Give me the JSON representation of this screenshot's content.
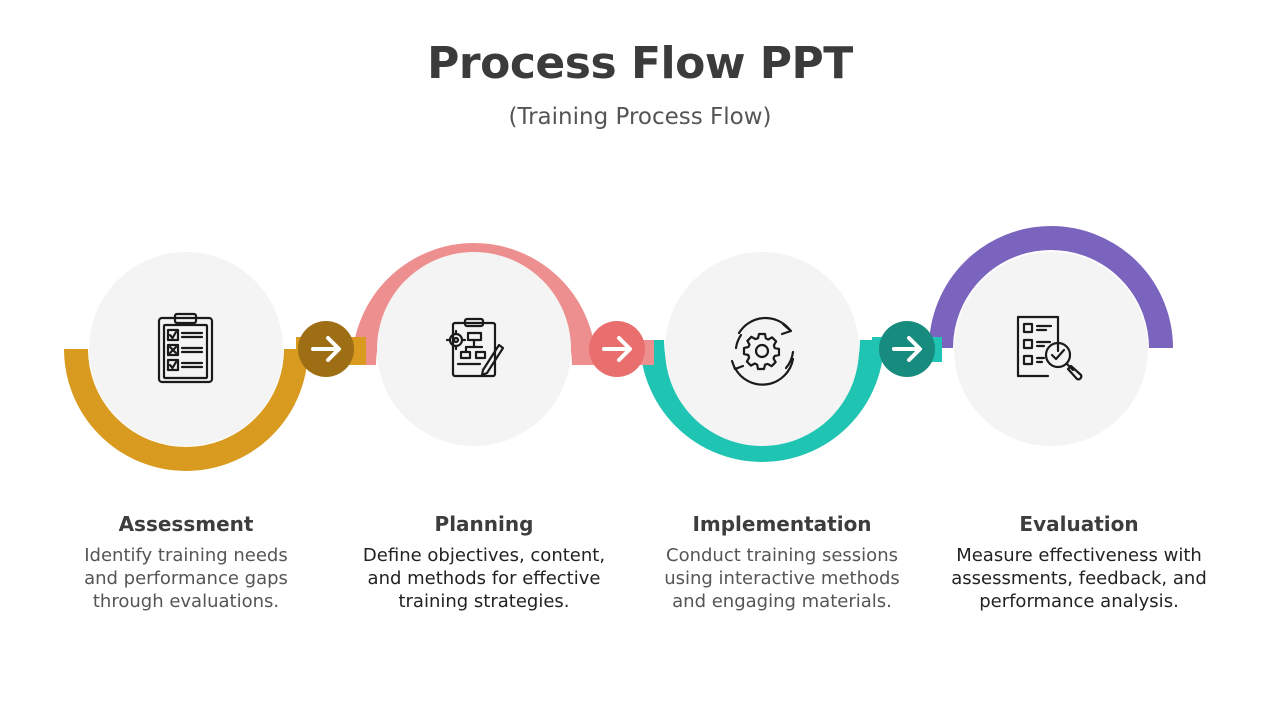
{
  "header": {
    "title": "Process Flow PPT",
    "subtitle": "(Training Process Flow)"
  },
  "steps": [
    {
      "title": "Assessment",
      "description": "Identify training needs and performance gaps through evaluations.",
      "color": "#D99A20",
      "arrow_color": "#9E6E15",
      "icon": "clipboard-checklist-icon"
    },
    {
      "title": "Planning",
      "description": "Define objectives, content, and methods for effective training strategies.",
      "color": "#EE8F8F",
      "arrow_color": "#E96F6F",
      "icon": "planning-board-icon"
    },
    {
      "title": "Implementation",
      "description": "Conduct training sessions using interactive methods and engaging materials.",
      "color": "#20C4B2",
      "arrow_color": "#178C7E",
      "icon": "gear-cycle-icon"
    },
    {
      "title": "Evaluation",
      "description": "Measure effectiveness with assessments, feedback, and performance analysis.",
      "color": "#7A64BE",
      "icon": "checklist-magnifier-icon"
    }
  ],
  "colors": {
    "title": "#3b3b3b",
    "circle_fill": "#F4F4F4",
    "icon_stroke": "#1a1a1a"
  }
}
